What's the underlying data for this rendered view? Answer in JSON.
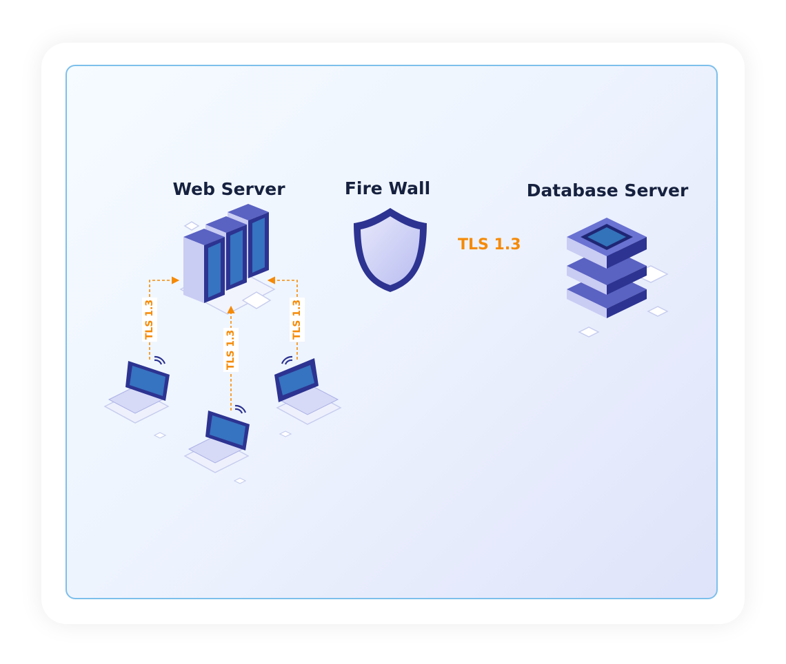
{
  "nodes": {
    "web_server": "Web Server",
    "firewall": "Fire Wall",
    "database_server": "Database Server"
  },
  "connections": {
    "firewall_to_database": "TLS 1.3",
    "laptop_left": "TLS 1.3",
    "laptop_center": "TLS 1.3",
    "laptop_right": "TLS 1.3"
  },
  "colors": {
    "accent": "#f58a07",
    "label_text": "#16213f",
    "device_navy": "#2c3391",
    "panel_border": "#7dbfec"
  },
  "icons": [
    "server-rack-icon",
    "shield-icon",
    "database-server-icon",
    "laptop-icon",
    "wifi-icon"
  ]
}
